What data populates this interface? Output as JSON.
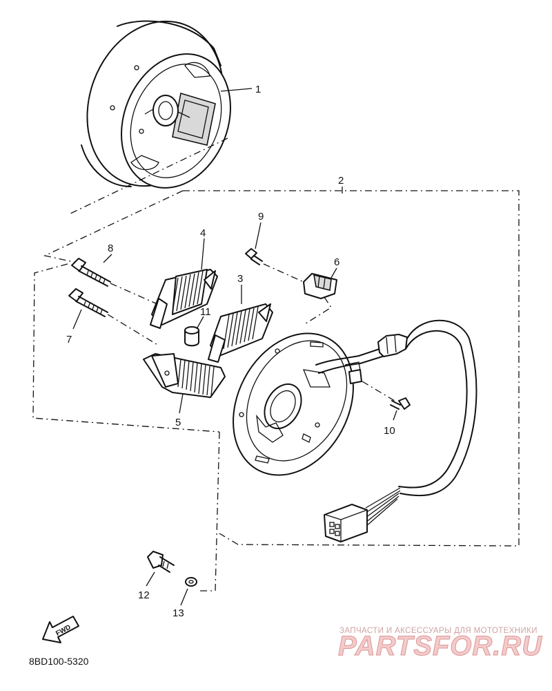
{
  "diagram": {
    "callouts": [
      {
        "id": "1",
        "label": "1"
      },
      {
        "id": "2",
        "label": "2"
      },
      {
        "id": "3",
        "label": "3"
      },
      {
        "id": "4",
        "label": "4"
      },
      {
        "id": "5",
        "label": "5"
      },
      {
        "id": "6",
        "label": "6"
      },
      {
        "id": "7",
        "label": "7"
      },
      {
        "id": "8",
        "label": "8"
      },
      {
        "id": "9",
        "label": "9"
      },
      {
        "id": "10",
        "label": "10"
      },
      {
        "id": "11",
        "label": "11"
      },
      {
        "id": "12",
        "label": "12"
      },
      {
        "id": "13",
        "label": "13"
      }
    ],
    "fwd_label": "FWD",
    "drawing_code": "8BD100-5320"
  },
  "watermark": {
    "tagline": "ЗАПЧАСТИ И АКСЕССУАРЫ ДЛЯ МОТОТЕХНИКИ",
    "logo_text": "PARTSFOR.RU"
  }
}
